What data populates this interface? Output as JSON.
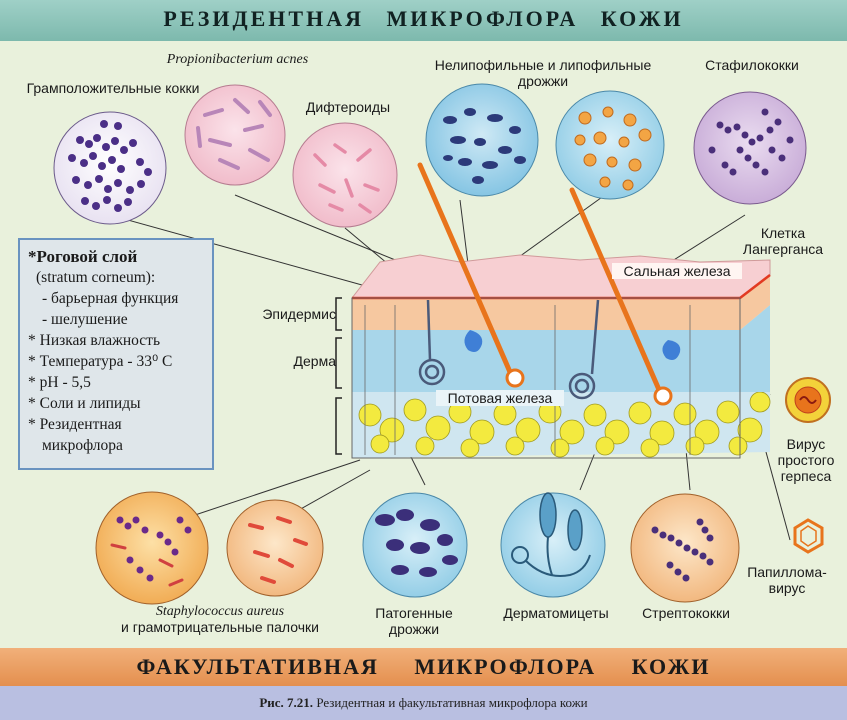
{
  "header": {
    "title": "РЕЗИДЕНТНАЯ МИКРОФЛОРА КОЖИ"
  },
  "footer": {
    "title": "ФАКУЛЬТАТИВНАЯ МИКРОФЛОРА КОЖИ"
  },
  "caption": {
    "figure_no": "Рис. 7.21.",
    "text": "Резидентная и факультативная микрофлора кожи"
  },
  "resident_labels": {
    "gram_positive_cocci": "Грамположительные кокки",
    "propionibacterium": "Propionibacterium acnes",
    "diphtheroids": "Дифтероиды",
    "yeasts": "Нелипофильные и липофильные дрожжи",
    "staphylococci": "Стафилококки",
    "langerhans_cell": "Клетка Лангерганса"
  },
  "skin_labels": {
    "epidermis": "Эпидермис",
    "dermis": "Дерма",
    "sebaceous_gland": "Сальная железа",
    "sweat_gland": "Потовая железа"
  },
  "info_box": {
    "title": "*Роговой слой",
    "latin": "(stratum corneum):",
    "lines": [
      "- барьерная функция",
      "- шелушение",
      "* Низкая влажность",
      "* Температура - 33⁰ С",
      "* рН -  5,5",
      "* Соли и липиды",
      "* Резидентная",
      "микрофлора"
    ]
  },
  "facultative_labels": {
    "staph_aureus": "Staphylococcus aureus",
    "gram_negative": "и грамотрицательные палочки",
    "pathogenic_yeasts": "Патогенные дрожжи",
    "dermatomycetes": "Дерматомицеты",
    "streptococci": "Стрептококки",
    "herpes": "Вирус простого герпеса",
    "papilloma": "Папиллома- вирус"
  }
}
